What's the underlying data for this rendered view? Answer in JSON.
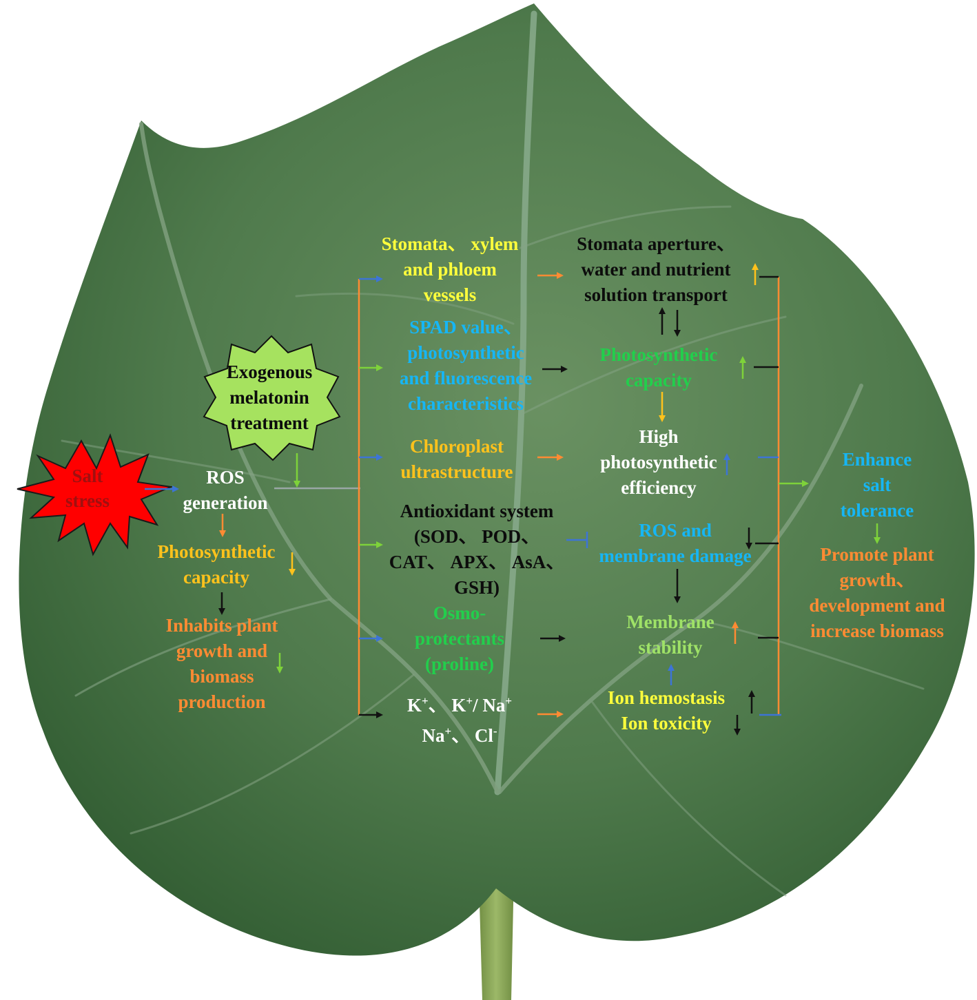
{
  "colors": {
    "leaf_dark": "#2f5a30",
    "leaf_mid": "#4f7a4c",
    "leaf_light": "#6f9a66",
    "stem": "#7e9b4d",
    "burst_red": "#ff0000",
    "badge_green": "#a6e25f",
    "arrow_blue": "#3d74d6",
    "arrow_orange": "#ff8b33",
    "arrow_green": "#7ed23a",
    "arrow_gold": "#ffc21c",
    "arrow_black": "#111111",
    "bracket_orange": "#ff8b33"
  },
  "salt_stress": {
    "line1": "Salt",
    "line2": "stress"
  },
  "melatonin": {
    "line1": "Exogenous",
    "line2": "melatonin",
    "line3": "treatment"
  },
  "ros_generation": {
    "line1": "ROS",
    "line2": "generation"
  },
  "left_photosynthetic": {
    "line1": "Photosynthetic",
    "line2": "capacity"
  },
  "inhibits": {
    "line1": "Inhabits plant",
    "line2": "growth and",
    "line3": "biomass",
    "line4": "production"
  },
  "stomata_vessels": {
    "line1": "Stomata、 xylem",
    "line2": "and phloem",
    "line3": "vessels"
  },
  "spad": {
    "line1": "SPAD value、",
    "line2": "photosynthetic",
    "line3": "and fluorescence",
    "line4": "characteristics"
  },
  "chloroplast": {
    "line1": "Chloroplast",
    "line2": "ultrastructure"
  },
  "antioxidant": {
    "line1": "Antioxidant system",
    "line2": "(SOD、 POD、",
    "line3": "CAT、 APX、 AsA、",
    "line4": "GSH)"
  },
  "osmo": {
    "line1": "Osmo-",
    "line2": "protectants",
    "line3": "(proline)"
  },
  "ions": {
    "k": "K",
    "k_sup": "+",
    "sep1": "、 ",
    "k2": "K",
    "k2_sup": "+",
    "slash": "/ ",
    "na": "Na",
    "na_sup": "+",
    "na2": "Na",
    "na2_sup": "+",
    "sep2": "、 ",
    "cl": "Cl",
    "cl_sup": "-"
  },
  "stomata_aperture": {
    "line1": "Stomata aperture、",
    "line2": "water and nutrient",
    "line3": "solution transport"
  },
  "right_photosynthetic": {
    "line1": "Photosynthetic",
    "line2": "capacity"
  },
  "high_efficiency": {
    "line1": "High",
    "line2": "photosynthetic",
    "line3": "efficiency"
  },
  "ros_membrane": {
    "line1": "ROS and",
    "line2": "membrane damage"
  },
  "membrane_stability": {
    "line1": "Membrane",
    "line2": "stability"
  },
  "ion_status": {
    "line1": "Ion hemostasis",
    "line2": "Ion toxicity"
  },
  "enhance": {
    "line1": "Enhance",
    "line2": "salt",
    "line3": "tolerance"
  },
  "promote": {
    "line1": "Promote plant",
    "line2": "growth、",
    "line3": "development and",
    "line4": "increase biomass"
  }
}
